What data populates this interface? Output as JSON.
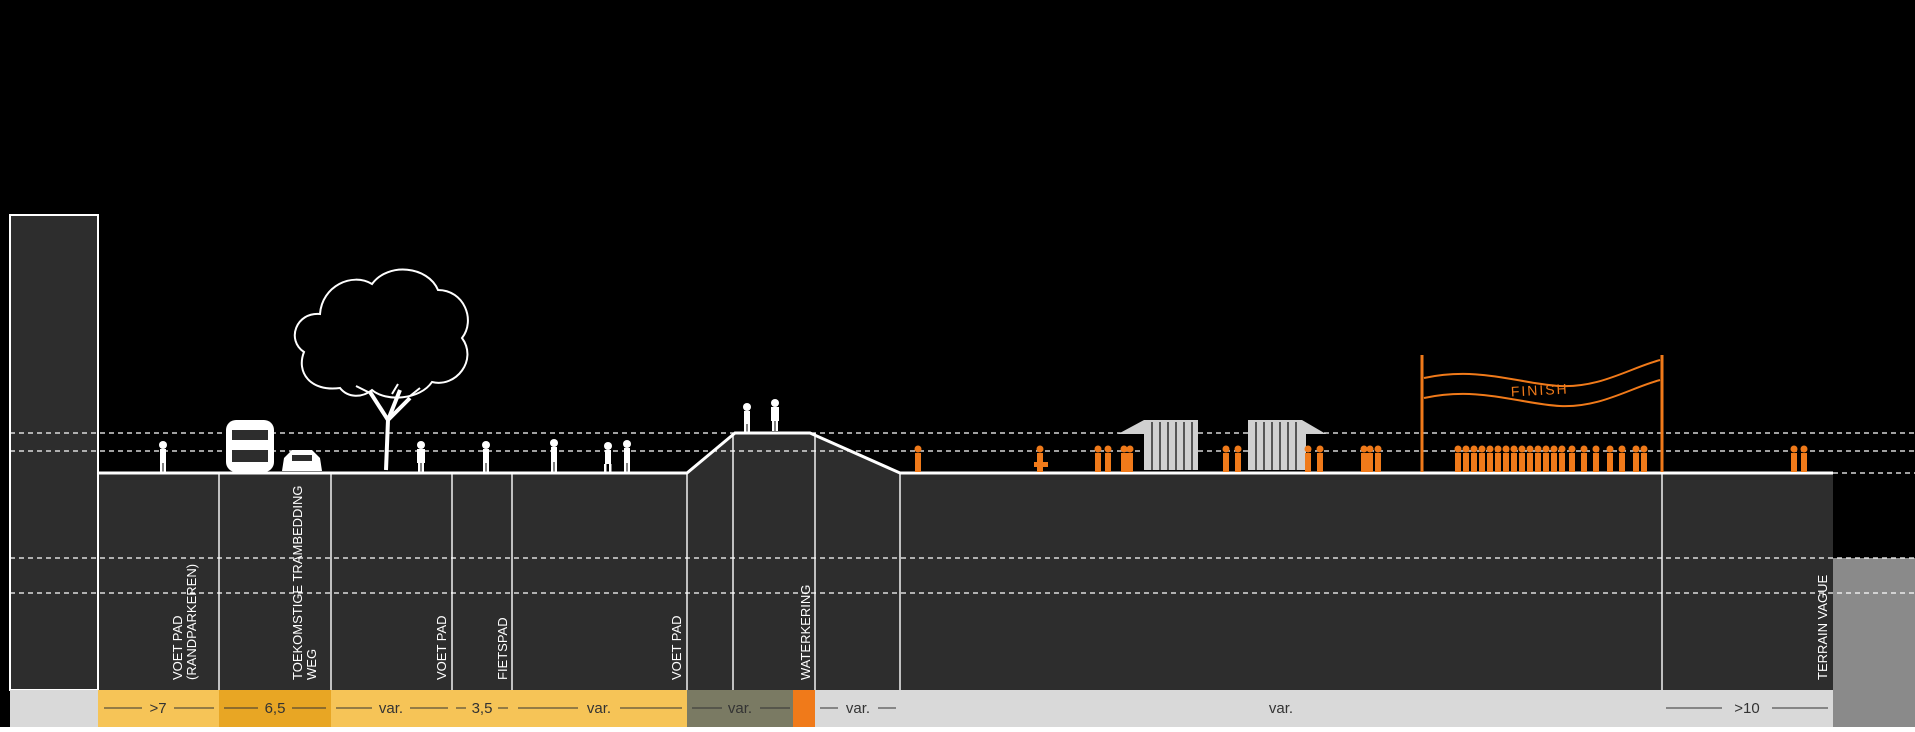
{
  "palette": {
    "sky": "#000000",
    "ground": "#2d2d2d",
    "line": "#ffffff",
    "accent_orange": "#f07a1a",
    "band_light": "#f6c457",
    "band_dark": "#e8a624",
    "band_olive": "#7a7a63",
    "band_grey": "#d9d9d9",
    "terrain_right": "#8a8a8a"
  },
  "finish_banner": {
    "text": "FINISH"
  },
  "zone_labels": [
    {
      "id": "voet-pad-randparkeren",
      "line1": "VOET PAD",
      "line2": "(RANDPARKEREN)"
    },
    {
      "id": "toekomstige-trambedding",
      "line1": "TOEKOMSTIGE TRAMBEDDING",
      "line2": "WEG"
    },
    {
      "id": "voet-pad-1",
      "line1": "VOET PAD",
      "line2": ""
    },
    {
      "id": "fietspad",
      "line1": "FIETSPAD",
      "line2": ""
    },
    {
      "id": "voet-pad-2",
      "line1": "VOET PAD",
      "line2": ""
    },
    {
      "id": "waterkering",
      "line1": "WATERKERING",
      "line2": ""
    },
    {
      "id": "terrain-vague",
      "line1": "TERRAIN VAGUE",
      "line2": ""
    }
  ],
  "dimension_bands": [
    {
      "label": ">7",
      "color": "#f6c457"
    },
    {
      "label": "6,5",
      "color": "#e8a624"
    },
    {
      "label": "var.",
      "color": "#f6c457"
    },
    {
      "label": "3,5",
      "color": "#f6c457"
    },
    {
      "label": "var.",
      "color": "#f6c457"
    },
    {
      "label": "var.",
      "color": "#7a7a63"
    },
    {
      "label": "",
      "color": "#f07a1a"
    },
    {
      "label": "var.",
      "color": "#d9d9d9"
    },
    {
      "label": "var.",
      "color": "#d9d9d9"
    },
    {
      "label": ">10",
      "color": "#d9d9d9"
    }
  ]
}
